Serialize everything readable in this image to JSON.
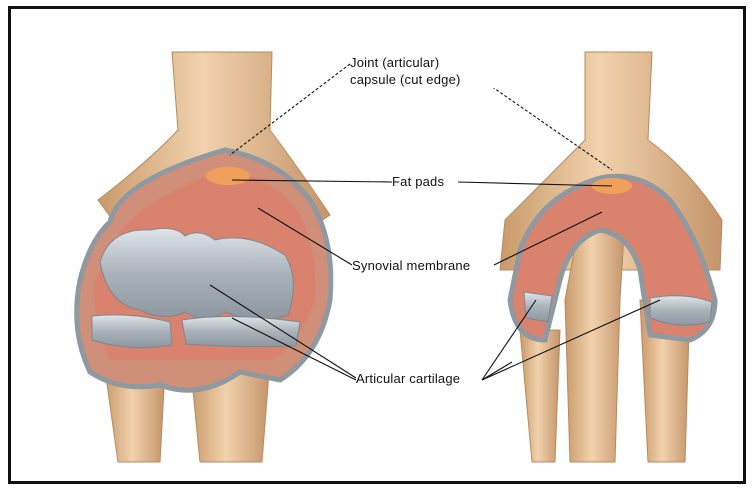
{
  "labels": {
    "capsule_line1": "Joint (articular)",
    "capsule_line2": "capsule (cut edge)",
    "fat_pads": "Fat pads",
    "synovial_membrane": "Synovial membrane",
    "articular_cartilage": "Articular cartilage"
  },
  "colors": {
    "bone": "#e8c49a",
    "bone_shadow": "#c99a6a",
    "cartilage": "#aab3bb",
    "cartilage_light": "#d4dadf",
    "synovium": "#d9826e",
    "capsule_edge": "#9aa3ab",
    "fat": "#f0a05a",
    "leader_line": "#111111"
  }
}
